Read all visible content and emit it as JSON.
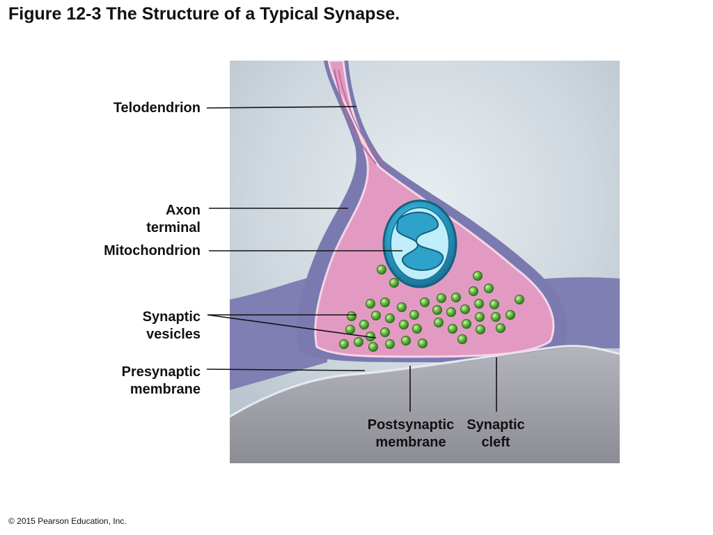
{
  "figure": {
    "title": "Figure 12-3 The Structure of a Typical Synapse.",
    "labels": {
      "telodendrion": "Telodendrion",
      "axon_terminal": [
        "Axon",
        "terminal"
      ],
      "mitochondrion": "Mitochondrion",
      "synaptic_vesicles": [
        "Synaptic",
        "vesicles"
      ],
      "presynaptic_membrane": [
        "Presynaptic",
        "membrane"
      ],
      "postsynaptic_membrane": [
        "Postsynaptic",
        "membrane"
      ],
      "synaptic_cleft": [
        "Synaptic",
        "cleft"
      ]
    },
    "copyright": "© 2015 Pearson Education, Inc."
  },
  "colors": {
    "background_panel": "#c9d3db",
    "neuron_outer": "#7f7fb3",
    "terminal_fill": "#e39ac2",
    "mitochondrion": "#3aa0c4",
    "vesicle": "#5cae3a",
    "postsynaptic_cell": "#9a9aa2",
    "leader_line": "#111111"
  }
}
